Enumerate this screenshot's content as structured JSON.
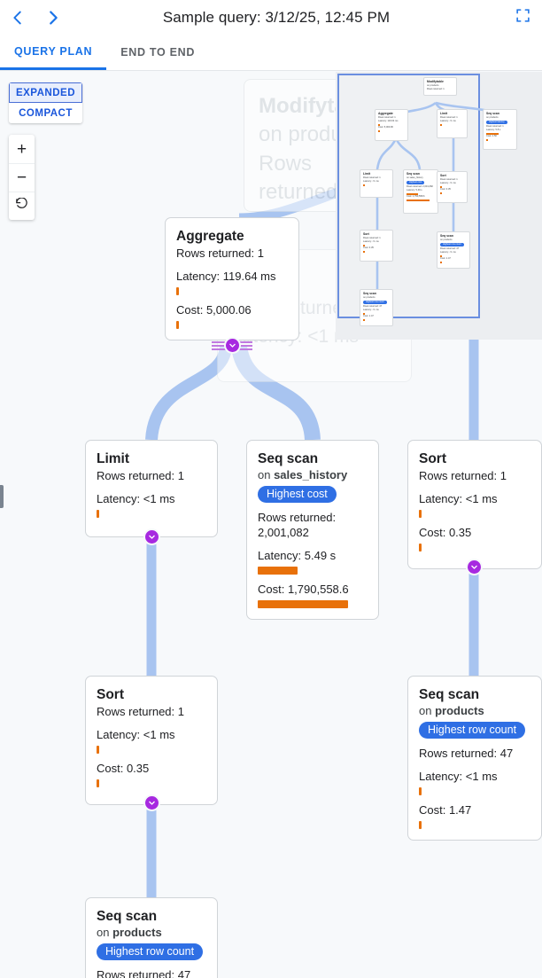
{
  "topbar": {
    "title": "Sample query: 3/12/25, 12:45 PM",
    "back_icon": "chevron-left-icon",
    "forward_icon": "chevron-right-icon",
    "fullscreen_icon": "fullscreen-icon"
  },
  "tabs": [
    {
      "label": "QUERY PLAN",
      "active": true
    },
    {
      "label": "END TO END",
      "active": false
    }
  ],
  "controls": {
    "mode_expanded": "EXPANDED",
    "mode_compact": "COMPACT",
    "selected_mode": "EXPANDED",
    "zoom_in": "+",
    "zoom_out": "−",
    "reset": "↺"
  },
  "nodes": {
    "aggregate": {
      "title": "Aggregate",
      "rows": "Rows returned: 1",
      "latency": "Latency: 119.64 ms",
      "cost": "Cost: 5,000.06",
      "latency_bar_pct": 2,
      "cost_bar_pct": 2
    },
    "limit": {
      "title": "Limit",
      "rows": "Rows returned: 1",
      "latency": "Latency: <1 ms",
      "latency_bar_pct": 2
    },
    "seq_scan_sales": {
      "title": "Seq scan",
      "on_prefix": "on ",
      "on_table": "sales_history",
      "badge": "Highest cost",
      "rows": "Rows returned: 2,001,082",
      "latency": "Latency: 5.49 s",
      "cost": "Cost: 1,790,558.6",
      "latency_bar_pct": 36,
      "cost_bar_pct": 82
    },
    "sort_right": {
      "title": "Sort",
      "rows": "Rows returned: 1",
      "latency": "Latency: <1 ms",
      "cost": "Cost: 0.35",
      "latency_bar_pct": 2,
      "cost_bar_pct": 2
    },
    "sort_left": {
      "title": "Sort",
      "rows": "Rows returned: 1",
      "latency": "Latency: <1 ms",
      "cost": "Cost: 0.35",
      "latency_bar_pct": 2,
      "cost_bar_pct": 2
    },
    "seq_scan_products_right": {
      "title": "Seq scan",
      "on_prefix": "on ",
      "on_table": "products",
      "badge": "Highest row count",
      "rows": "Rows returned: 47",
      "latency": "Latency: <1 ms",
      "cost": "Cost: 1.47",
      "latency_bar_pct": 2,
      "cost_bar_pct": 2
    },
    "seq_scan_products_bottom": {
      "title": "Seq scan",
      "on_prefix": "on ",
      "on_table": "products",
      "badge": "Highest row count",
      "rows": "Rows returned: 47"
    }
  },
  "watermark": {
    "line1": "Modifytable",
    "line2": "on products",
    "line3": "Rows returned"
  },
  "minimap": {
    "nodes": [
      {
        "title": "Modifytable",
        "sub": "on products",
        "rows": "Rows returned: 1"
      },
      {
        "title": "Aggregate",
        "rows": "Rows returned: 1",
        "latency": "Latency: 119.64 ms",
        "cost": "Cost: 5,000.06"
      },
      {
        "title": "Limit",
        "rows": "Rows returned: 1",
        "latency": "Latency: <1 ms"
      },
      {
        "title": "Seq scan",
        "sub": "on products",
        "badge": "Highest latency",
        "rows": "Rows returned: 1",
        "latency": "Latency: 5.8 s",
        "cost": "Cost: 1.50"
      },
      {
        "title": "Limit",
        "rows": "Rows returned: 1",
        "latency": "Latency: <1 ms"
      },
      {
        "title": "Seq scan",
        "sub": "on sales_history",
        "badge": "Highest cost",
        "rows": "Rows returned: 2,001,082",
        "latency": "Latency: 5.49 s",
        "cost": "Cost: 1,790,558.6"
      },
      {
        "title": "Sort",
        "rows": "Rows returned: 1",
        "latency": "Latency: <1 ms",
        "cost": "Cost: 0.35"
      },
      {
        "title": "Sort",
        "rows": "Rows returned: 1",
        "latency": "Latency: <1 ms",
        "cost": "Cost: 0.35"
      },
      {
        "title": "Seq scan",
        "sub": "on products",
        "badge": "Highest row count",
        "rows": "Rows returned: 47",
        "latency": "Latency: <1 ms",
        "cost": "Cost: 1.47"
      },
      {
        "title": "Seq scan",
        "sub": "on products",
        "badge": "Highest row count",
        "rows": "Rows returned: 47",
        "latency": "Latency: <1 ms",
        "cost": "Cost: 1.47"
      }
    ]
  },
  "colors": {
    "accent": "#1a73e8",
    "badge": "#2f6fe4",
    "bar": "#e8710a",
    "edge": "#a8c4f0",
    "toggle": "#a729e0",
    "canvas_bg": "#f7f9fb"
  }
}
